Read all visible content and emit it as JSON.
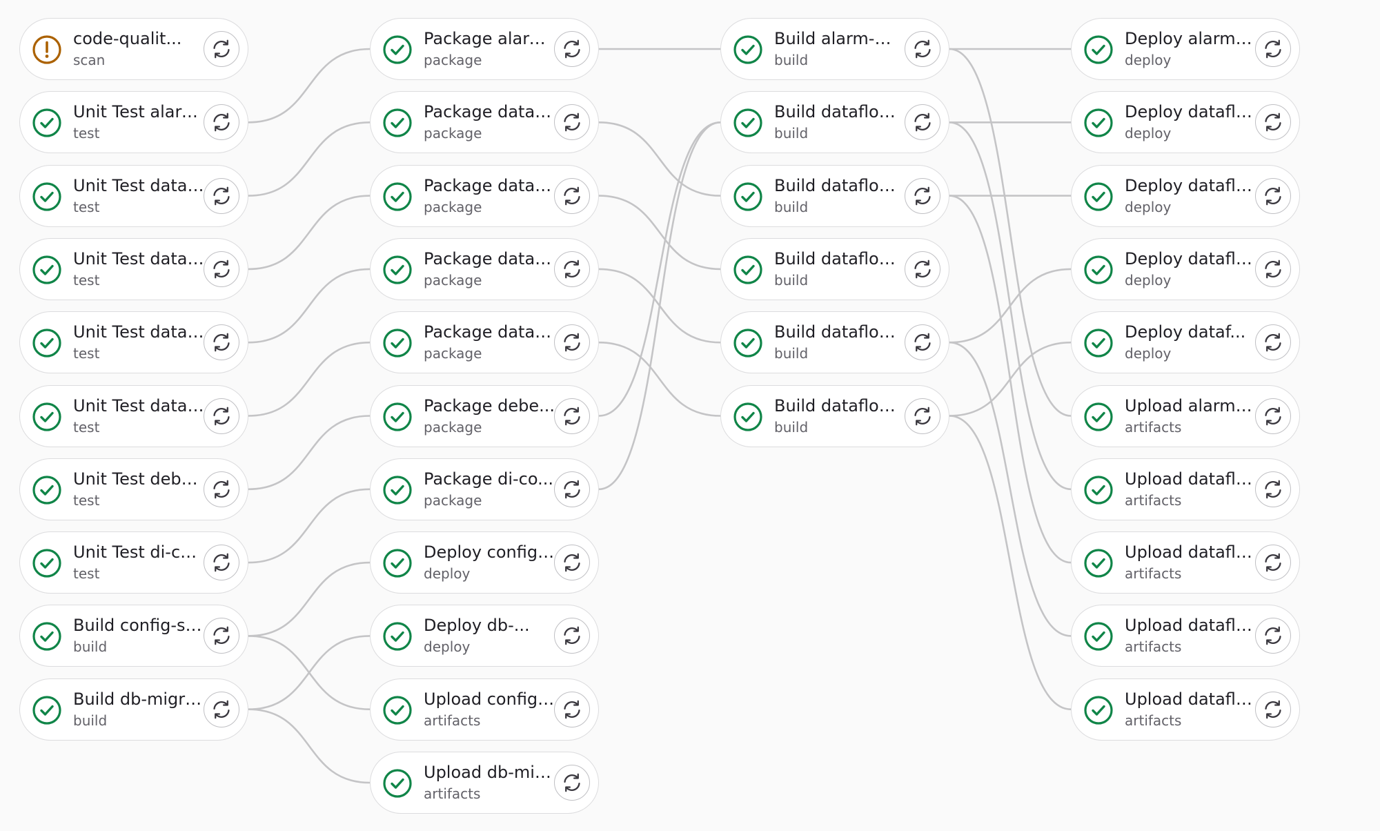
{
  "pipeline": {
    "colors": {
      "success": "#108548",
      "warning": "#ab6100",
      "link": "#c4c4c6",
      "border": "#dcdcde"
    },
    "columns": [
      {
        "jobs": [
          {
            "id": "cq",
            "name": "code-qualit...",
            "stage": "scan",
            "status": "warning"
          },
          {
            "id": "ut1",
            "name": "Unit Test alarm...",
            "stage": "test",
            "status": "success"
          },
          {
            "id": "ut2",
            "name": "Unit Test dataf...",
            "stage": "test",
            "status": "success"
          },
          {
            "id": "ut3",
            "name": "Unit Test dataf...",
            "stage": "test",
            "status": "success"
          },
          {
            "id": "ut4",
            "name": "Unit Test dataf...",
            "stage": "test",
            "status": "success"
          },
          {
            "id": "ut5",
            "name": "Unit Test dataf...",
            "stage": "test",
            "status": "success"
          },
          {
            "id": "ut6",
            "name": "Unit Test debe...",
            "stage": "test",
            "status": "success"
          },
          {
            "id": "ut7",
            "name": "Unit Test di-co...",
            "stage": "test",
            "status": "success"
          },
          {
            "id": "bcs",
            "name": "Build config-se...",
            "stage": "build",
            "status": "success"
          },
          {
            "id": "bdm",
            "name": "Build db-migra...",
            "stage": "build",
            "status": "success"
          }
        ]
      },
      {
        "jobs": [
          {
            "id": "p1",
            "name": "Package alarm...",
            "stage": "package",
            "status": "success"
          },
          {
            "id": "p2",
            "name": "Package datafl...",
            "stage": "package",
            "status": "success"
          },
          {
            "id": "p3",
            "name": "Package datafl...",
            "stage": "package",
            "status": "success"
          },
          {
            "id": "p4",
            "name": "Package datafl...",
            "stage": "package",
            "status": "success"
          },
          {
            "id": "p5",
            "name": "Package datafl...",
            "stage": "package",
            "status": "success"
          },
          {
            "id": "p6",
            "name": "Package debe...",
            "stage": "package",
            "status": "success"
          },
          {
            "id": "p7",
            "name": "Package di-co...",
            "stage": "package",
            "status": "success"
          },
          {
            "id": "dc",
            "name": "Deploy config-...",
            "stage": "deploy",
            "status": "success"
          },
          {
            "id": "ddb",
            "name": "Deploy db-...",
            "stage": "deploy",
            "status": "success"
          },
          {
            "id": "uc",
            "name": "Upload config-...",
            "stage": "artifacts",
            "status": "success"
          },
          {
            "id": "udb",
            "name": "Upload db-mig...",
            "stage": "artifacts",
            "status": "success"
          }
        ]
      },
      {
        "jobs": [
          {
            "id": "b1",
            "name": "Build alarm-ma...",
            "stage": "build",
            "status": "success"
          },
          {
            "id": "b2",
            "name": "Build dataflow-...",
            "stage": "build",
            "status": "success"
          },
          {
            "id": "b3",
            "name": "Build dataflow-...",
            "stage": "build",
            "status": "success"
          },
          {
            "id": "b4",
            "name": "Build dataflow-...",
            "stage": "build",
            "status": "success"
          },
          {
            "id": "b5",
            "name": "Build dataflow-...",
            "stage": "build",
            "status": "success"
          },
          {
            "id": "b6",
            "name": "Build dataflow-...",
            "stage": "build",
            "status": "success"
          }
        ]
      },
      {
        "jobs": [
          {
            "id": "d1",
            "name": "Deploy alarm-...",
            "stage": "deploy",
            "status": "success"
          },
          {
            "id": "d2",
            "name": "Deploy dataflo...",
            "stage": "deploy",
            "status": "success"
          },
          {
            "id": "d3",
            "name": "Deploy dataflo...",
            "stage": "deploy",
            "status": "success"
          },
          {
            "id": "d4",
            "name": "Deploy dataflo...",
            "stage": "deploy",
            "status": "success"
          },
          {
            "id": "d5",
            "name": "Deploy dataf...",
            "stage": "deploy",
            "status": "success"
          },
          {
            "id": "u1",
            "name": "Upload alarm-...",
            "stage": "artifacts",
            "status": "success"
          },
          {
            "id": "u2",
            "name": "Upload dataflo...",
            "stage": "artifacts",
            "status": "success"
          },
          {
            "id": "u3",
            "name": "Upload dataflo...",
            "stage": "artifacts",
            "status": "success"
          },
          {
            "id": "u4",
            "name": "Upload dataflo...",
            "stage": "artifacts",
            "status": "success"
          },
          {
            "id": "u5",
            "name": "Upload dataflo...",
            "stage": "artifacts",
            "status": "success"
          }
        ]
      }
    ],
    "links": [
      [
        "ut1",
        "p1"
      ],
      [
        "ut2",
        "p2"
      ],
      [
        "ut3",
        "p3"
      ],
      [
        "ut4",
        "p4"
      ],
      [
        "ut5",
        "p5"
      ],
      [
        "ut6",
        "p6"
      ],
      [
        "ut7",
        "p7"
      ],
      [
        "bcs",
        "dc"
      ],
      [
        "bcs",
        "uc"
      ],
      [
        "bdm",
        "ddb"
      ],
      [
        "bdm",
        "udb"
      ],
      [
        "p1",
        "b1"
      ],
      [
        "p2",
        "b3"
      ],
      [
        "p3",
        "b4"
      ],
      [
        "p4",
        "b5"
      ],
      [
        "p5",
        "b6"
      ],
      [
        "p6",
        "b2"
      ],
      [
        "p7",
        "b2"
      ],
      [
        "b1",
        "d1"
      ],
      [
        "b1",
        "u1"
      ],
      [
        "b2",
        "d2"
      ],
      [
        "b2",
        "u2"
      ],
      [
        "b3",
        "d3"
      ],
      [
        "b3",
        "u3"
      ],
      [
        "b5",
        "d4"
      ],
      [
        "b5",
        "u4"
      ],
      [
        "b6",
        "d5"
      ],
      [
        "b6",
        "u5"
      ]
    ]
  }
}
